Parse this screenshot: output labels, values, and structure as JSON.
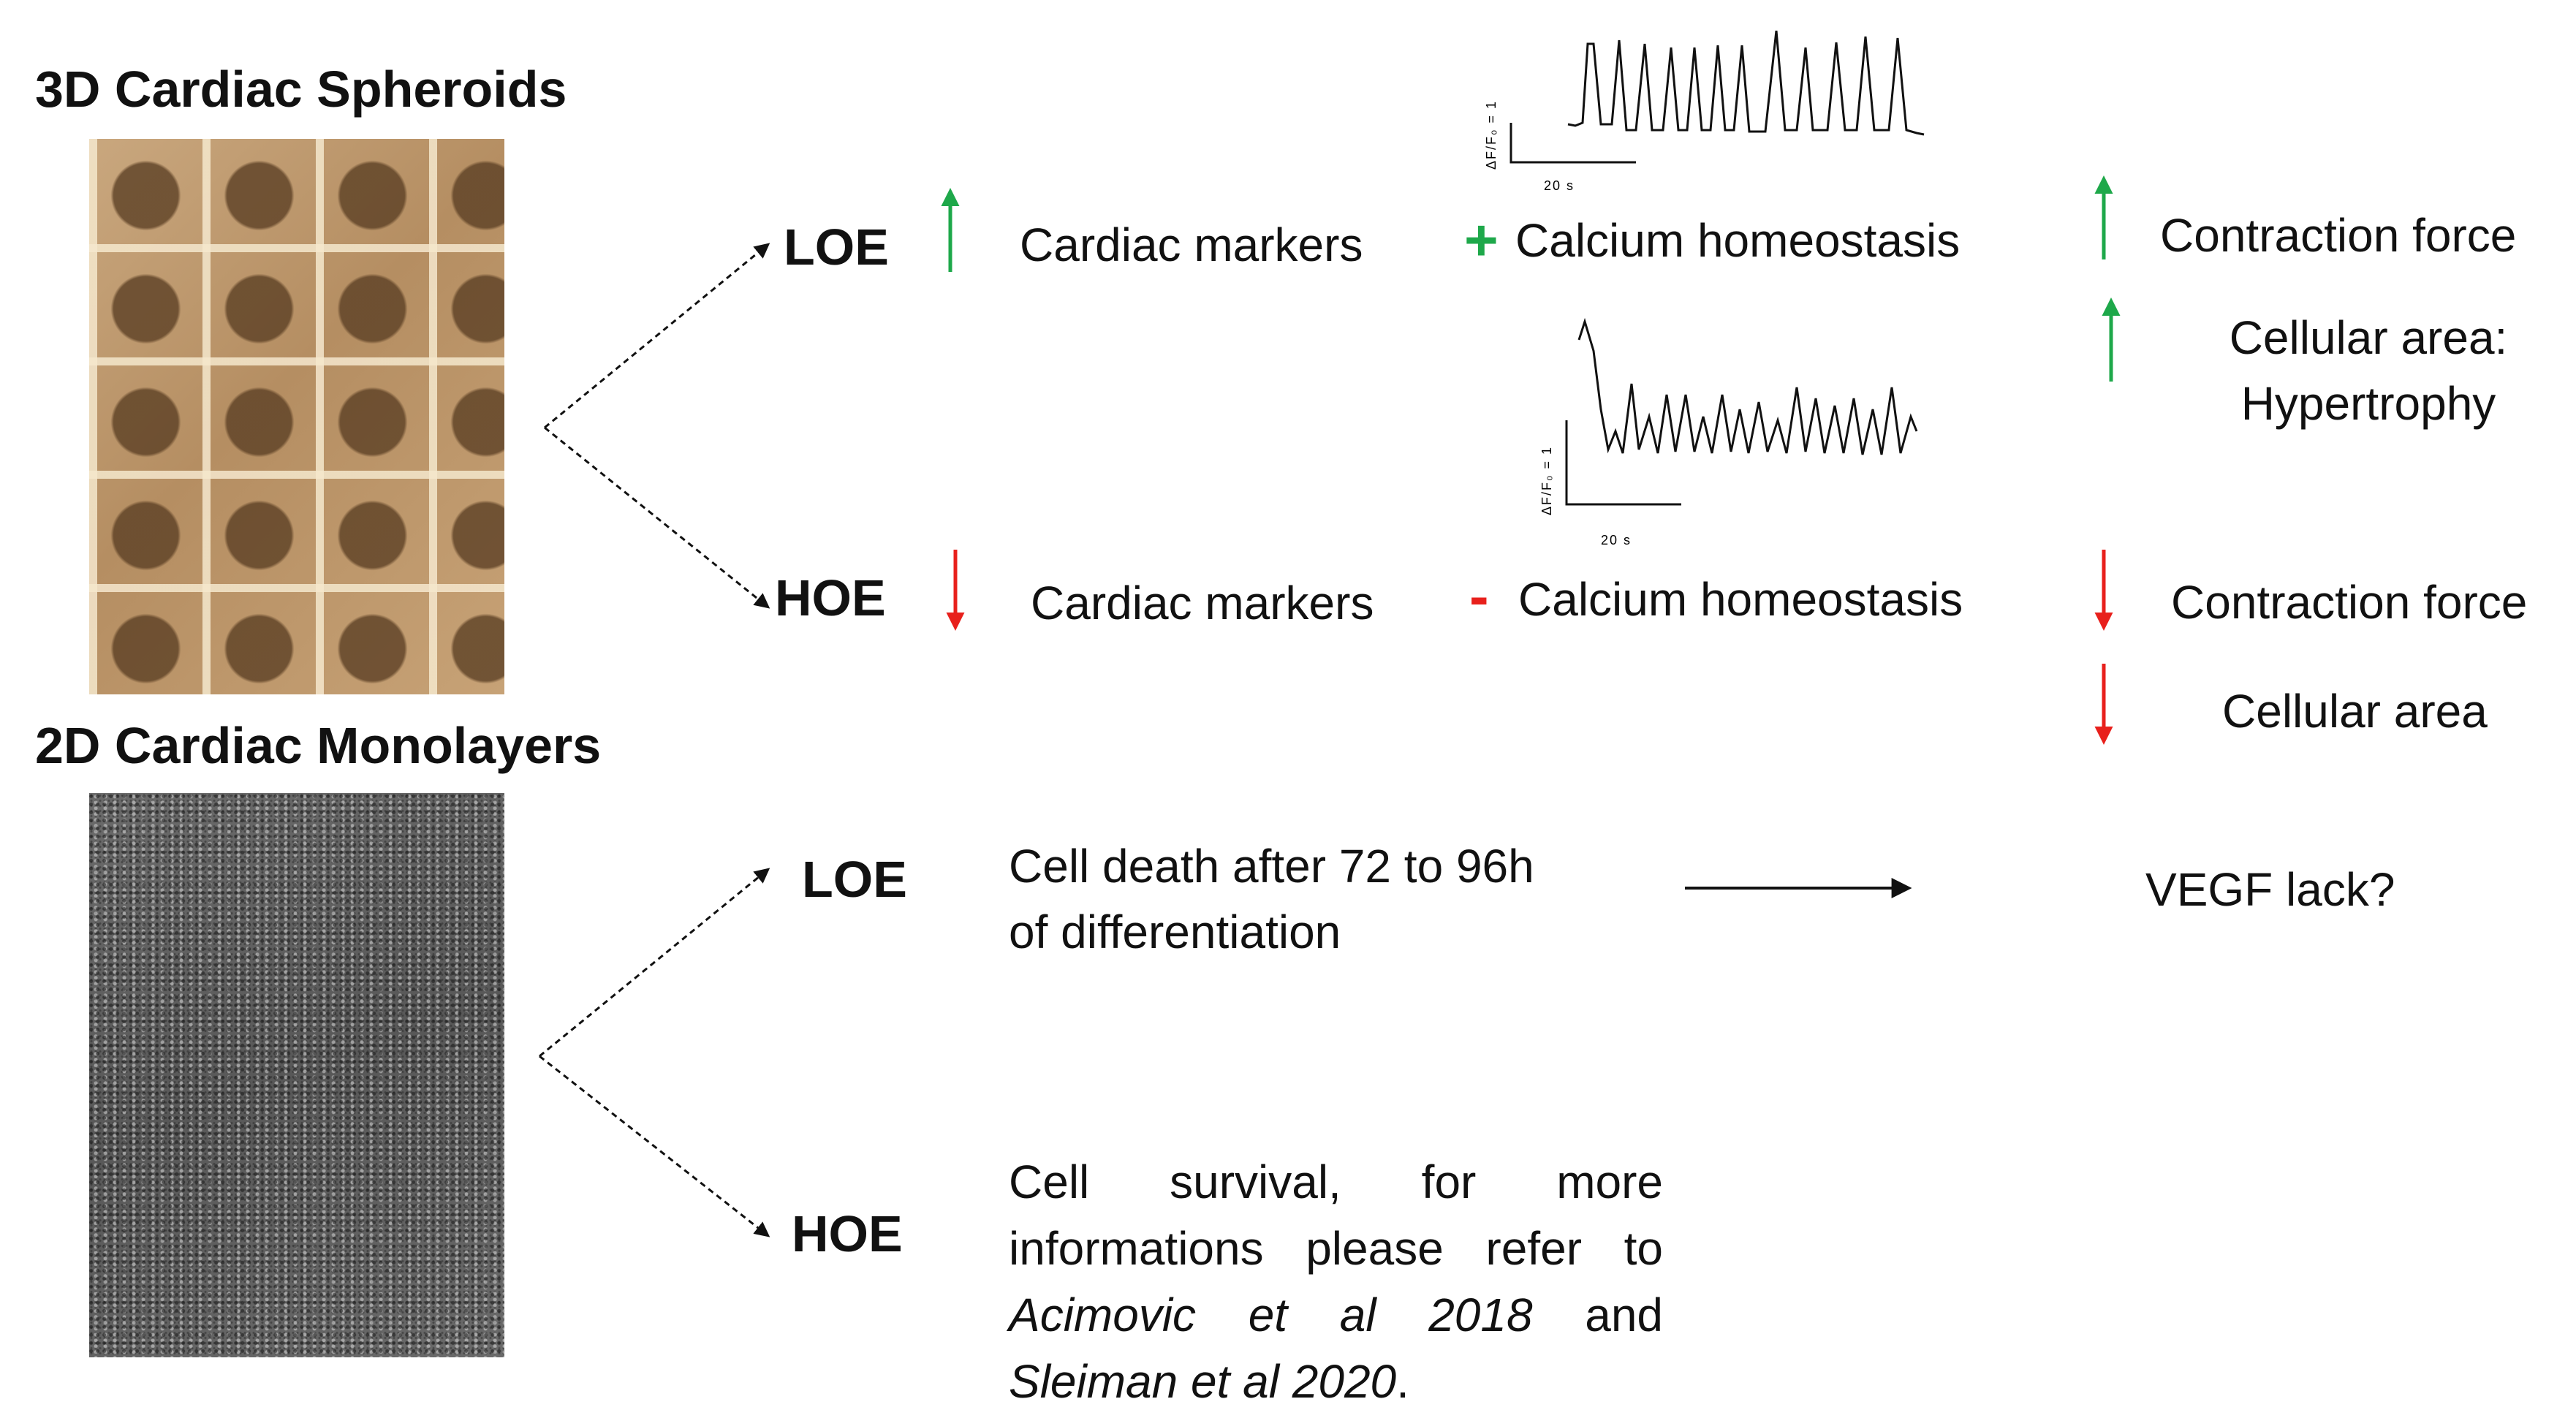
{
  "spheroids": {
    "title": "3D Cardiac Spheroids",
    "loe_label": "LOE",
    "hoe_label": "HOE",
    "loe": {
      "markers": "Cardiac markers",
      "markers_arrow": "up",
      "calcium_sign": "+",
      "calcium": "Calcium homeostasis",
      "contraction": "Contraction force",
      "contraction_arrow": "up",
      "area_line1": "Cellular area:",
      "area_line2": "Hypertrophy",
      "area_arrow": "up",
      "trace_scale_y": "ΔF/F₀ = 1",
      "trace_scale_x": "20 s"
    },
    "hoe": {
      "markers": "Cardiac markers",
      "markers_arrow": "down",
      "calcium_sign": "-",
      "calcium": "Calcium homeostasis",
      "contraction": "Contraction force",
      "contraction_arrow": "down",
      "area": "Cellular area",
      "area_arrow": "down",
      "trace_scale_y": "ΔF/F₀ = 1",
      "trace_scale_x": "20 s"
    }
  },
  "monolayers": {
    "title": "2D Cardiac Monolayers",
    "loe_label": "LOE",
    "hoe_label": "HOE",
    "loe": {
      "line1": "Cell death after 72 to 96h",
      "line2": "of differentiation",
      "conclusion": "VEGF lack?"
    },
    "hoe": {
      "line1": "Cell survival, for more",
      "line2": "informations please refer to",
      "ref1": "Acimovic et al 2018",
      "ref_joiner": "and",
      "ref2": "Sleiman et al 2020",
      "end": "."
    }
  },
  "colors": {
    "up": "#1ea84a",
    "down": "#e8201c",
    "text": "#111111"
  }
}
